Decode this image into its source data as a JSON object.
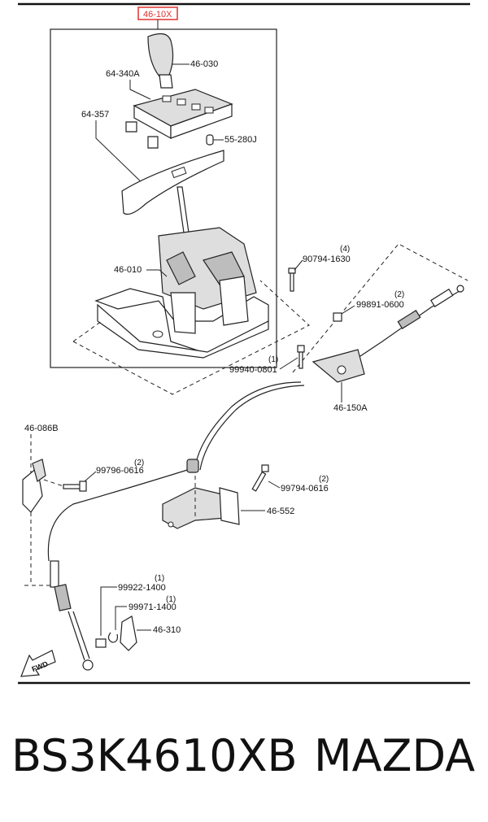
{
  "diagram": {
    "highlight_label": "46-10X",
    "highlight_color": "#e0322e",
    "labels": {
      "knob": "46-030",
      "panel_a": "64-340A",
      "panel_b": "64-357",
      "bulb": "55-280J",
      "bolt_top": "90794-1630",
      "bolt_top_qty": "(4)",
      "nut_top": "99891-0600",
      "nut_top_qty": "(2)",
      "shifter": "46-010",
      "bolt_mid": "99940-0801",
      "bolt_mid_qty": "(1)",
      "bracket_cable": "46-150A",
      "left_bracket": "46-086B",
      "bolt_left": "99796-0616",
      "bolt_left_qty": "(2)",
      "bolt_right": "99794-0616",
      "bolt_right_qty": "(2)",
      "mid_bracket": "46-552",
      "pin": "99922-1400",
      "pin_qty": "(1)",
      "clip": "99971-1400",
      "clip_qty": "(1)",
      "lever": "46-310",
      "fwd": "FWD"
    }
  },
  "caption": {
    "part_number": "BS3K4610XB",
    "brand": "MAZDA"
  }
}
